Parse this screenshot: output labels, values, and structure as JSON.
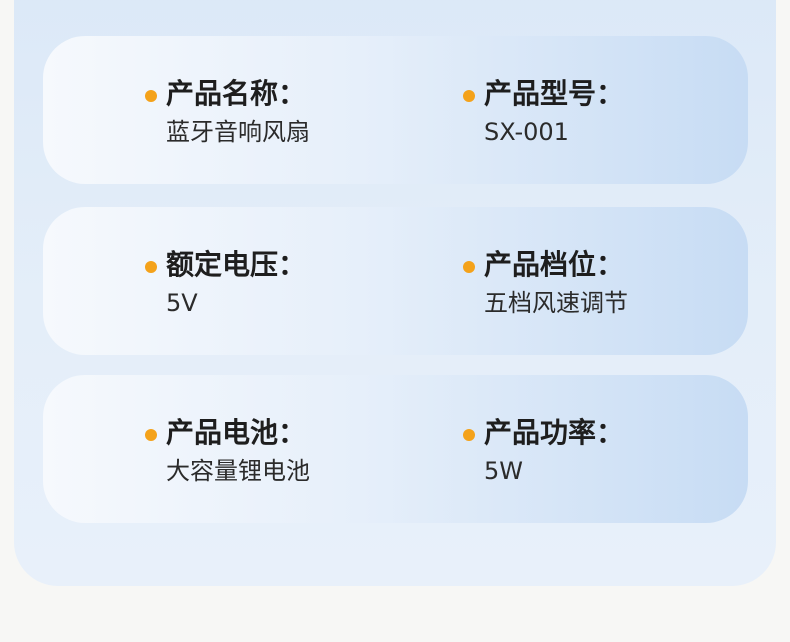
{
  "specs": [
    {
      "left": {
        "label": "产品名称：",
        "value": "蓝牙音响风扇"
      },
      "right": {
        "label": "产品型号：",
        "value": "SX-001"
      }
    },
    {
      "left": {
        "label": "额定电压：",
        "value": "5V"
      },
      "right": {
        "label": "产品档位：",
        "value": "五档风速调节"
      }
    },
    {
      "left": {
        "label": "产品电池：",
        "value": "大容量锂电池"
      },
      "right": {
        "label": "产品功率：",
        "value": "5W"
      }
    }
  ],
  "colors": {
    "bullet": "#f4a21a",
    "label_text": "#1e1e1e",
    "value_text": "#2b2b2b",
    "card_accent": "#c7dcf4"
  },
  "icons": {
    "bullet": "orange-dot-icon"
  }
}
